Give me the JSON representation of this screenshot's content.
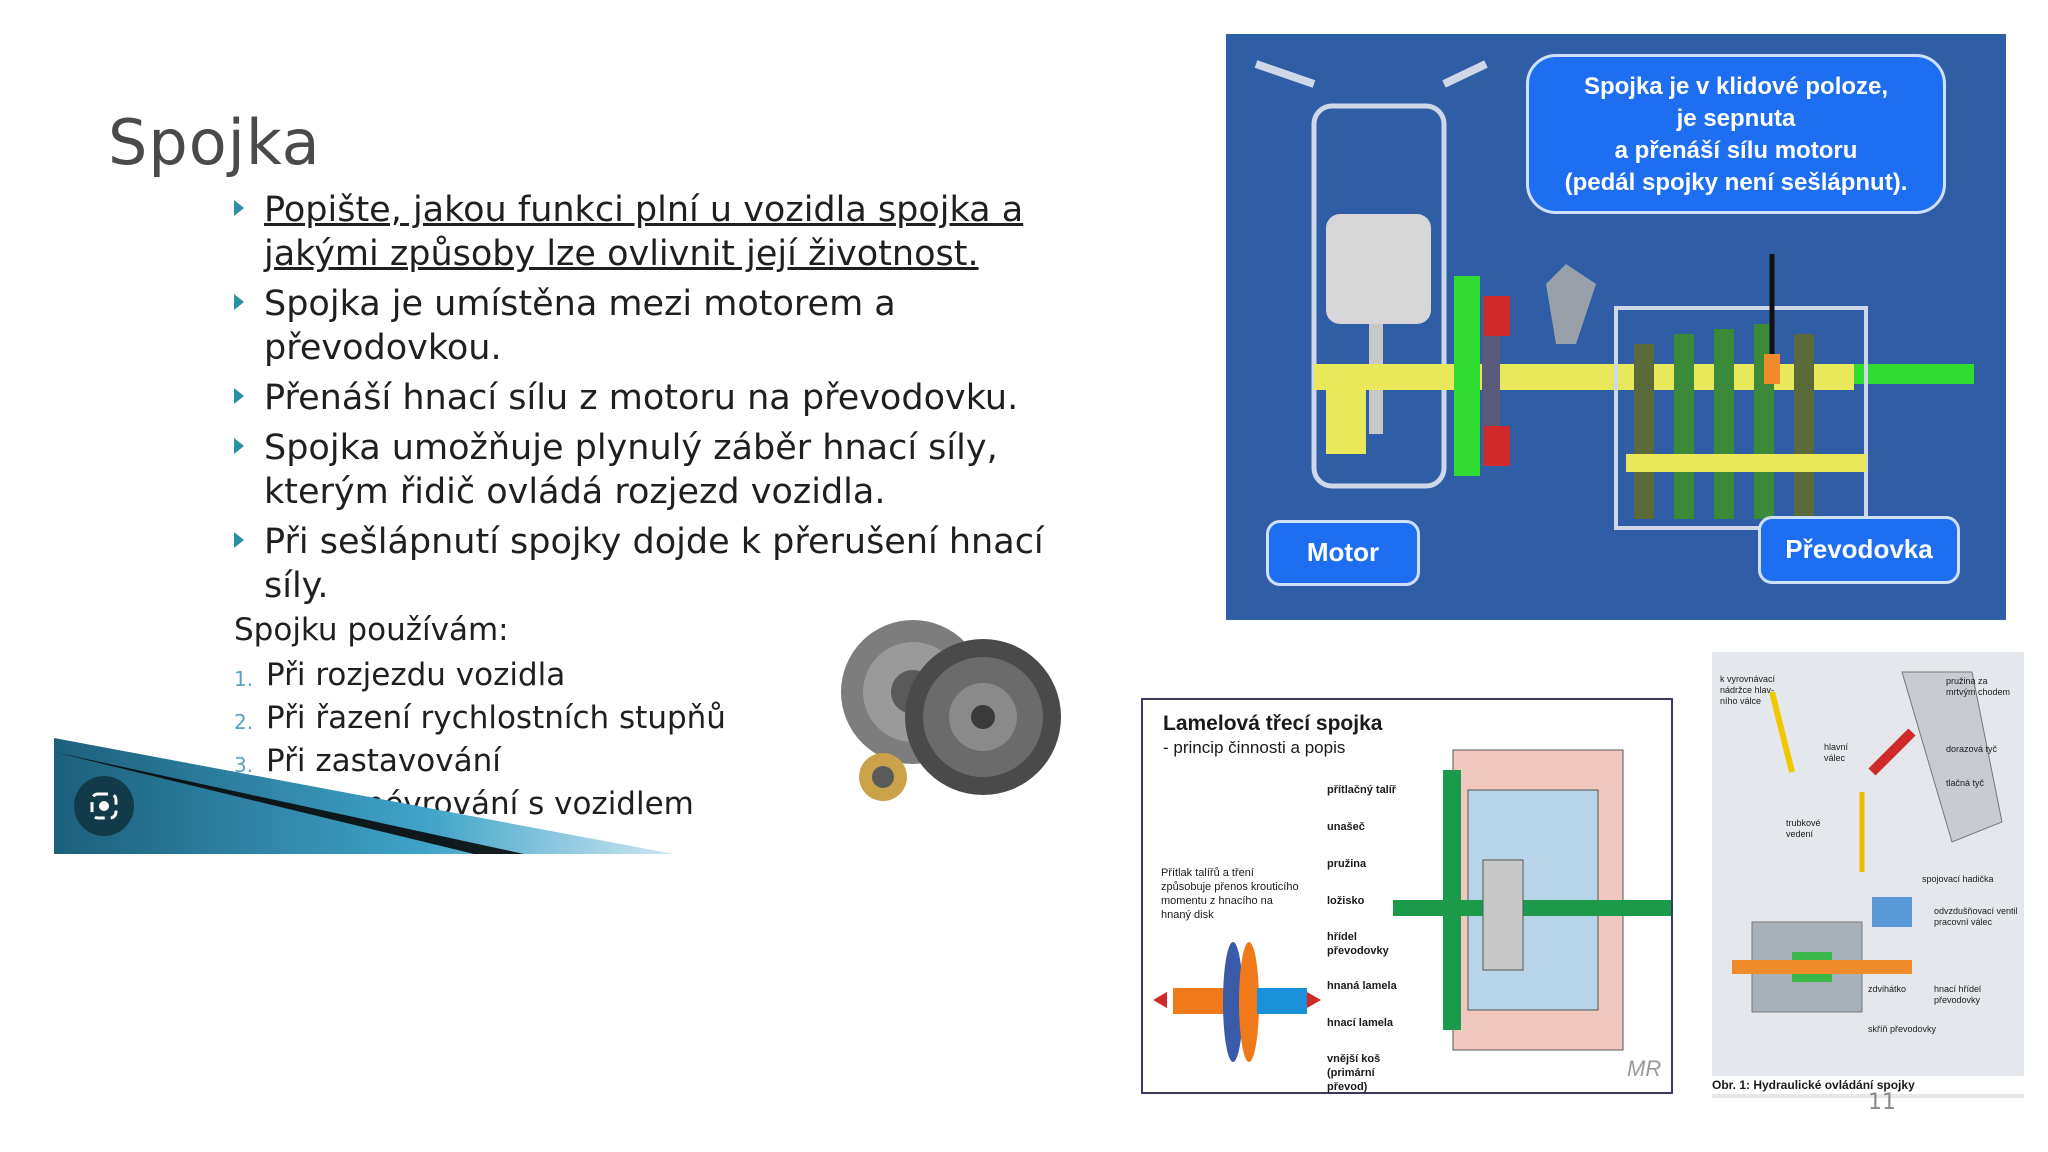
{
  "slide": {
    "title": "Spojka",
    "bullets": [
      "Popište, jakou funkci plní u vozidla spojka a jakými způsoby lze ovlivnit její životnost.",
      "Spojka je umístěna mezi motorem a převodovkou.",
      "Přenáší hnací sílu z motoru na převodovku.",
      "Spojka umožňuje plynulý záběr hnací síly, kterým řidič ovládá rozjezd vozidla.",
      "Při sešlápnutí spojky dojde k přerušení hnací síly."
    ],
    "subheading": "Spojku používám:",
    "uses": [
      {
        "n": "1.",
        "text": "Při rozjezdu vozidla"
      },
      {
        "n": "2.",
        "text": "Při řazení rychlostních stupňů"
      },
      {
        "n": "3.",
        "text": "Při zastavování"
      },
      {
        "n": "4.",
        "text": "Při manévrování  s vozidlem"
      }
    ],
    "page_number": "11"
  },
  "diagram_engine": {
    "bubble": "Spojka je v klidové poloze,\nje sepnuta\na přenáší sílu motoru\n(pedál spojky není sešlápnut).",
    "label_motor": "Motor",
    "label_gearbox": "Převodovka"
  },
  "diagram_lamel": {
    "title": "Lamelová třecí spojka",
    "subtitle": "- princip činnosti a popis",
    "labels": [
      "přítlačný talíř",
      "unašeč",
      "pružina",
      "ložisko",
      "hřídel převodovky",
      "hnaná lamela",
      "hnací lamela",
      "vnější koš (primární převod)"
    ],
    "note": "Přítlak talířů a tření způsobuje přenos krouticího momentu z hnacího na hnaný disk",
    "signature": "MR"
  },
  "diagram_hydraulic": {
    "labels": [
      "k vyrovnávací nádržce hlav-ního válce",
      "pružina za mrtvým chodem",
      "dorazová tyč",
      "hlavní válec",
      "tlačná tyč",
      "trubkové vedení",
      "spojovací hadička",
      "odvzdušňovací ventil pracovní válec",
      "zdvihátko",
      "hnací hřídel převodovky",
      "skříň převodovky"
    ],
    "caption": "Obr. 1: Hydraulické ovládání spojky"
  },
  "colors": {
    "accent": "#2a8fa8",
    "engine_bg": "#2f5ea7",
    "bubble": "#1d6ef0"
  }
}
